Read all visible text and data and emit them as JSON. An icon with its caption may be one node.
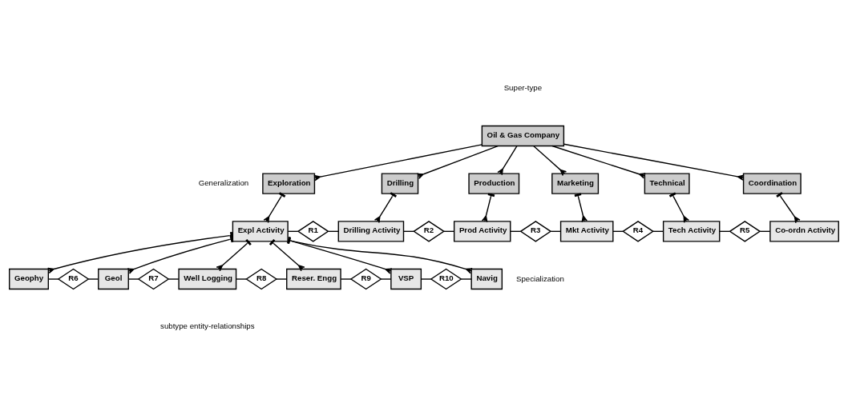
{
  "diagram": {
    "nodes": [
      {
        "text": [
          "Oil & Gas Company"
        ]
      },
      {
        "text": [
          "Exploration"
        ]
      },
      {
        "text": [
          "Drilling"
        ]
      },
      {
        "text": [
          "Production"
        ]
      },
      {
        "text": [
          "Marketing"
        ]
      },
      {
        "text": [
          "Technical"
        ]
      },
      {
        "text": [
          "Coordination"
        ]
      },
      {
        "text": [
          "Expl Activity"
        ]
      },
      {
        "text": [
          "R1"
        ]
      },
      {
        "text": [
          "Drilling Activity"
        ]
      },
      {
        "text": [
          "R2"
        ]
      },
      {
        "text": [
          "Prod Activity"
        ]
      },
      {
        "text": [
          "R3"
        ]
      },
      {
        "text": [
          "Mkt Activity"
        ]
      },
      {
        "text": [
          "R4"
        ]
      },
      {
        "text": [
          "Tech Activity"
        ]
      },
      {
        "text": [
          "R5"
        ]
      },
      {
        "text": [
          "Co-ordn Activity"
        ]
      },
      {
        "text": [
          "Geophy"
        ]
      },
      {
        "text": [
          "R6"
        ]
      },
      {
        "text": [
          "Geol"
        ]
      },
      {
        "text": [
          "R7"
        ]
      },
      {
        "text": [
          "Well Logging"
        ]
      },
      {
        "text": [
          "R8"
        ]
      },
      {
        "text": [
          "Reser. Engg"
        ]
      },
      {
        "text": [
          "R9"
        ]
      },
      {
        "text": [
          "VSP"
        ]
      },
      {
        "text": [
          "R10"
        ]
      },
      {
        "text": [
          "Navig"
        ]
      }
    ],
    "edges": [
      {
        "from": 0,
        "to": 1,
        "arrow": "other"
      },
      {
        "from": 0,
        "to": 2,
        "arrow": "other"
      },
      {
        "from": 0,
        "to": 3,
        "arrow": "other"
      },
      {
        "from": 0,
        "to": 4,
        "arrow": "other"
      },
      {
        "from": 0,
        "to": 5,
        "arrow": "other"
      },
      {
        "from": 0,
        "to": 6,
        "arrow": "other"
      },
      {
        "from": 1,
        "to": 7,
        "arrow": "other"
      },
      {
        "from": 2,
        "to": 9,
        "arrow": "other"
      },
      {
        "from": 3,
        "to": 11,
        "arrow": "other"
      },
      {
        "from": 4,
        "to": 13,
        "arrow": "other"
      },
      {
        "from": 5,
        "to": 15,
        "arrow": "other"
      },
      {
        "from": 6,
        "to": 17,
        "arrow": "other"
      },
      {
        "from": 7,
        "to": 8,
        "arrow": "none"
      },
      {
        "from": 8,
        "to": 9,
        "arrow": "none"
      },
      {
        "from": 9,
        "to": 10,
        "arrow": "none"
      },
      {
        "from": 10,
        "to": 11,
        "arrow": "none"
      },
      {
        "from": 11,
        "to": 12,
        "arrow": "none"
      },
      {
        "from": 12,
        "to": 13,
        "arrow": "none"
      },
      {
        "from": 13,
        "to": 14,
        "arrow": "none"
      },
      {
        "from": 14,
        "to": 15,
        "arrow": "none"
      },
      {
        "from": 15,
        "to": 16,
        "arrow": "none"
      },
      {
        "from": 16,
        "to": 17,
        "arrow": "none"
      },
      {
        "from": 7,
        "to": 18,
        "arrow": "other"
      },
      {
        "from": 7,
        "to": 20,
        "arrow": "other"
      },
      {
        "from": 7,
        "to": 22,
        "arrow": "other"
      },
      {
        "from": 7,
        "to": 24,
        "arrow": "other"
      },
      {
        "from": 7,
        "to": 26,
        "arrow": "other"
      },
      {
        "from": 7,
        "to": 28,
        "arrow": "other"
      },
      {
        "from": 18,
        "to": 19,
        "arrow": "none"
      },
      {
        "from": 19,
        "to": 20,
        "arrow": "none"
      },
      {
        "from": 20,
        "to": 21,
        "arrow": "none"
      },
      {
        "from": 21,
        "to": 22,
        "arrow": "none"
      },
      {
        "from": 22,
        "to": 23,
        "arrow": "none"
      },
      {
        "from": 23,
        "to": 24,
        "arrow": "none"
      },
      {
        "from": 24,
        "to": 25,
        "arrow": "none"
      },
      {
        "from": 25,
        "to": 26,
        "arrow": "none"
      },
      {
        "from": 26,
        "to": 27,
        "arrow": "none"
      },
      {
        "from": 27,
        "to": 28,
        "arrow": "none"
      }
    ],
    "labels": [
      "Super-type",
      "Generalization",
      "Specialization",
      "subtype entity-relationships"
    ]
  }
}
